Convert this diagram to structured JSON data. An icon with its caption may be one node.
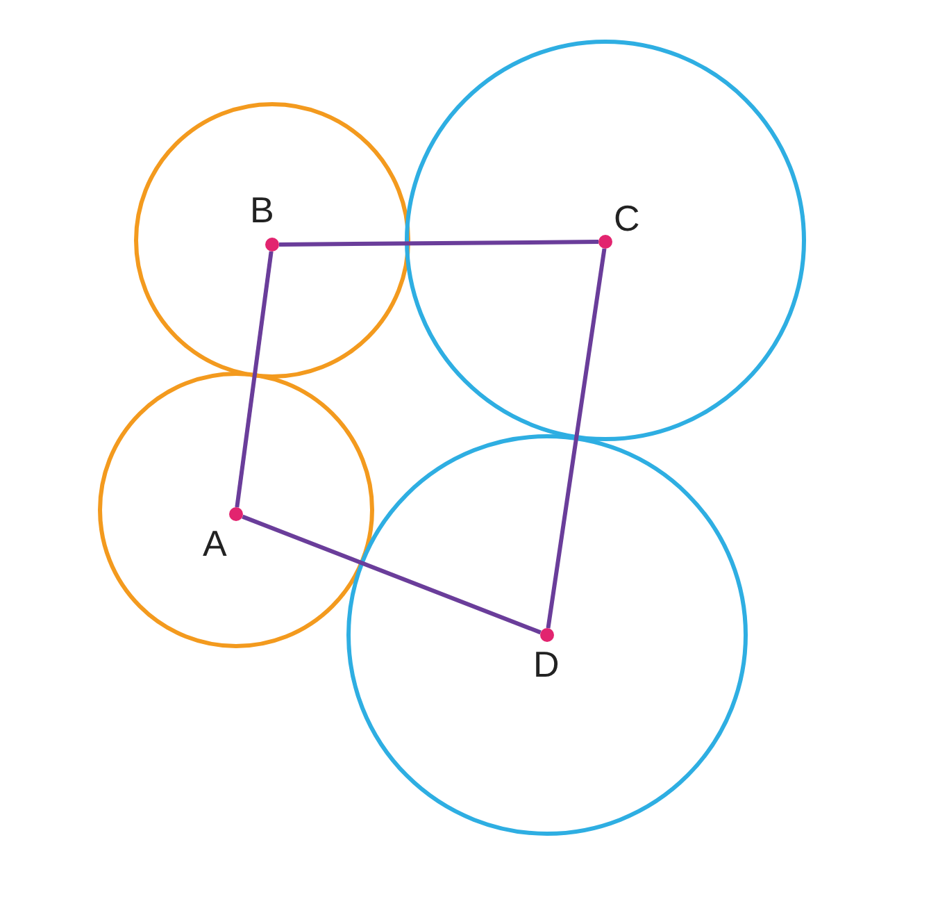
{
  "diagram": {
    "nodes": [
      {
        "text": [
          "B"
        ]
      },
      {
        "text": [
          "C"
        ]
      },
      {
        "text": [
          "A"
        ]
      },
      {
        "text": [
          "D"
        ]
      }
    ],
    "edges": [
      {
        "from": 0,
        "to": 1,
        "arrow": "none"
      },
      {
        "from": 1,
        "to": 3,
        "arrow": "none"
      },
      {
        "from": 3,
        "to": 2,
        "arrow": "none"
      },
      {
        "from": 2,
        "to": 0,
        "arrow": "none"
      }
    ]
  }
}
